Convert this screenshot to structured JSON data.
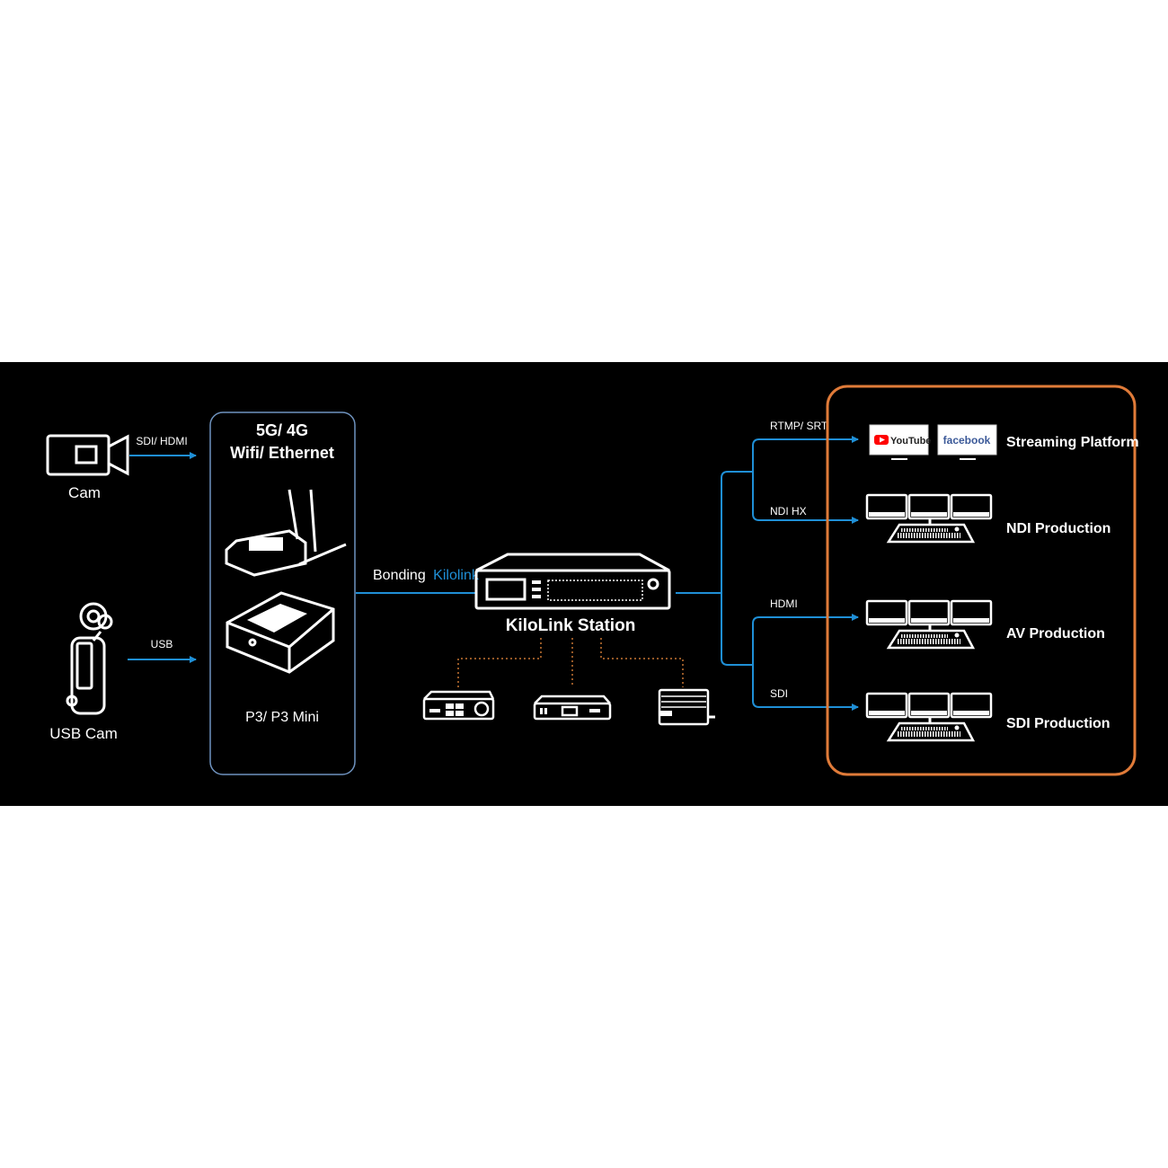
{
  "colors": {
    "background": "#000000",
    "page": "#ffffff",
    "line_blue": "#1f8fd6",
    "accent_blue": "#1f8fd6",
    "group_border_blue": "#6f93bf",
    "group_border_orange": "#e07b39",
    "dotted_orange": "#c87533",
    "youtube_red": "#ff0000",
    "facebook_blue": "#3b5998"
  },
  "sources": {
    "cam": {
      "label": "Cam",
      "icon": "video-camera-icon"
    },
    "usb_cam": {
      "label": "USB Cam",
      "icon": "gimbal-camera-icon"
    }
  },
  "links": {
    "sdi_hdmi": "SDI/ HDMI",
    "usb": "USB",
    "bonding": "Bonding",
    "bonding_brand": "Kilolink"
  },
  "encoder_group": {
    "title_line1": "5G/ 4G",
    "title_line2": "Wifi/ Ethernet",
    "device_label": "P3/ P3 Mini"
  },
  "station": {
    "label": "KiloLink Station",
    "icon": "rack-server-icon"
  },
  "peripherals": [
    {
      "icon": "decoder-icon"
    },
    {
      "icon": "rack-unit-icon"
    },
    {
      "icon": "converter-box-icon"
    }
  ],
  "outputs": [
    {
      "protocol": "RTMP/ SRT",
      "destination": "Streaming Platform"
    },
    {
      "protocol": "NDI HX",
      "destination": "NDI Production"
    },
    {
      "protocol": "HDMI",
      "destination": "AV Production"
    },
    {
      "protocol": "SDI",
      "destination": "SDI Production"
    }
  ],
  "platforms": {
    "youtube": "YouTube",
    "facebook": "facebook"
  }
}
